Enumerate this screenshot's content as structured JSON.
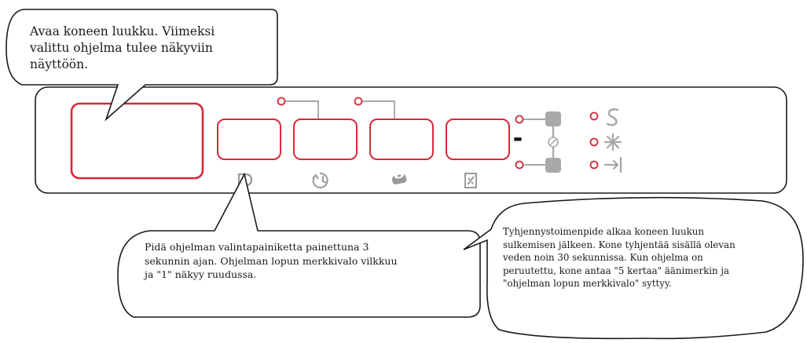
{
  "callouts": {
    "open_door": "Avaa koneen luukku. Viimeksi\nvalittu ohjelma tulee näkyviin\nnäyttöön.",
    "hold_button": "Pidä ohjelman valintapainiketta painettuna 3\nsekunnin ajan. Ohjelman lopun merkkivalo vilkkuu\nja \"1\" näkyy ruudussa.",
    "drain": "Tyhjennystoimenpide alkaa koneen luukun\nsulkemisen jälkeen. Kone tyhjentää sisällä olevan\nveden noin 30 sekunnissa. Kun ohjelma on\nperuutettu, kone antaa \"5 kertaa\" äänimerkin ja\n\"ohjelman lopun merkkivalo\" syttyy."
  },
  "panel": {
    "display_dash": "-",
    "button_icons": [
      "program-icon",
      "delay-timer-icon",
      "half-load-icon",
      "auto-dose-icon"
    ],
    "status_icons": [
      "salt-icon",
      "rinse-aid-icon",
      "end-of-program-icon"
    ]
  },
  "colors": {
    "outline": "#1a1a1a",
    "button_red": "#d8283a",
    "icon_grey": "#9a9a9a",
    "status_grey": "#a6a6a6"
  }
}
